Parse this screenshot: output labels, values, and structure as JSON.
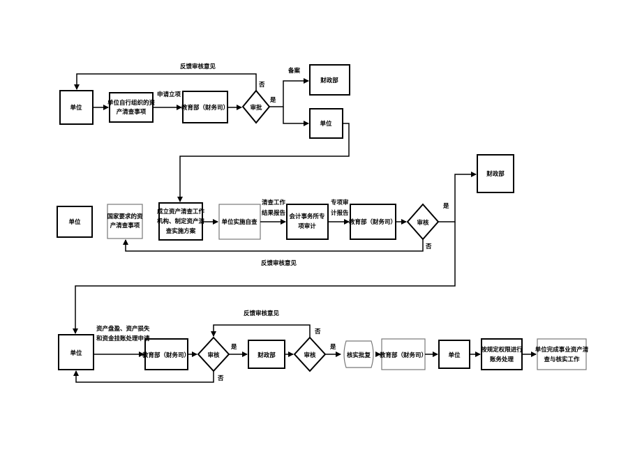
{
  "row1": {
    "unit": "单位",
    "self_org": [
      "单位自行组织的资",
      "产清查事项"
    ],
    "edu_dept": "教育部（财务司）",
    "approve": "审批",
    "finance": "财政部",
    "unit_b": "单位",
    "lbl_apply": "申请立项",
    "lbl_feedback": "反馈审核意见",
    "lbl_no": "否",
    "lbl_yes": "是",
    "lbl_record": "备案"
  },
  "row2": {
    "unit": "单位",
    "national": [
      "国家要求的资",
      "产清查事项"
    ],
    "establish": [
      "成立资产清查工作",
      "机构、制定资产清",
      "查实施方案"
    ],
    "self_check": "单位实施自查",
    "audit_firm": [
      "会计事务所专",
      "项审计"
    ],
    "edu_dept": "教育部（财务司）",
    "review": "审核",
    "finance": "财政部",
    "lbl_report": [
      "清查工作",
      "结果报告"
    ],
    "lbl_audit_report": [
      "专项审",
      "计报告"
    ],
    "lbl_yes": "是",
    "lbl_no": "否",
    "lbl_feedback": "反馈审核意见"
  },
  "row3": {
    "unit": "单位",
    "edu_dept": "教育部（财务司）",
    "review1": "审核",
    "finance": "财政部",
    "review2": "审核",
    "approval": "核实批复",
    "edu_dept2": "教育部（财务司）",
    "unit_b": "单位",
    "process": [
      "按规定权限进行",
      "账务处理"
    ],
    "complete": [
      "单位完成事业资产清",
      "查与核实工作"
    ],
    "lbl_apply": [
      "资产盘盈、资产损失",
      "和资金挂账处理申请"
    ],
    "lbl_feedback": "反馈审核意见",
    "lbl_yes1": "是",
    "lbl_no1": "否",
    "lbl_yes2": "是",
    "lbl_no2": "否"
  }
}
